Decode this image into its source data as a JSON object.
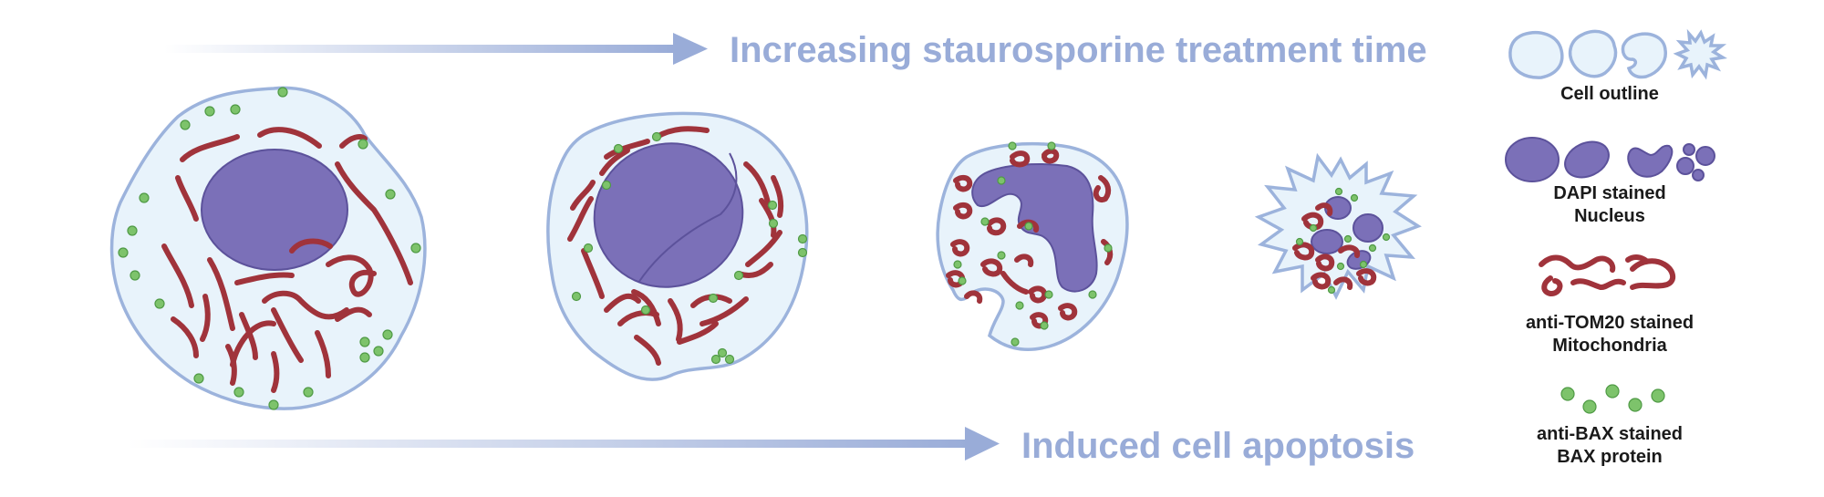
{
  "arrows": {
    "top_label": "Increasing staurosporine treatment time",
    "bottom_label": "Induced cell apoptosis",
    "color": "#99acd8"
  },
  "legend": {
    "cell_outline": "Cell outline",
    "nucleus_line1": "DAPI stained",
    "nucleus_line2": "Nucleus",
    "mito_line1": "anti-TOM20 stained",
    "mito_line2": "Mitochondria",
    "bax_line1": "anti-BAX stained",
    "bax_line2": "BAX protein"
  },
  "colors": {
    "cell_fill": "#e8f3fb",
    "cell_stroke": "#9cb3dc",
    "nucleus": "#7b70b8",
    "mitochondria": "#a0333b",
    "bax": "#7dc36b"
  },
  "stages": [
    "healthy-cell",
    "shrinking-cell",
    "condensed-cell",
    "apoptotic-fragmented-cell"
  ]
}
